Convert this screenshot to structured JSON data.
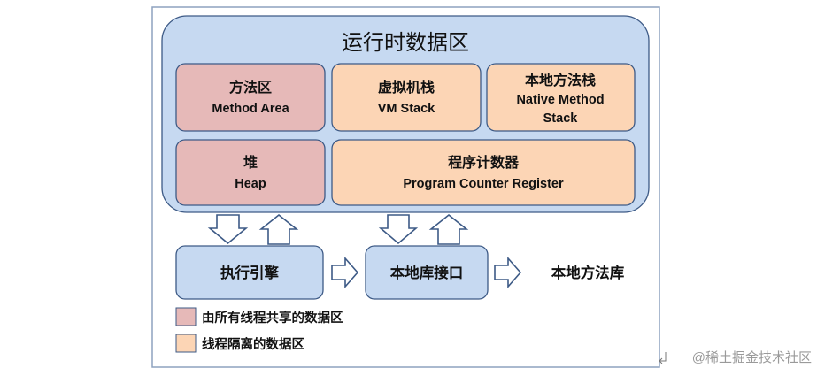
{
  "title": "运行时数据区",
  "areas": {
    "method_area": {
      "zh": "方法区",
      "en": "Method Area"
    },
    "vm_stack": {
      "zh": "虚拟机栈",
      "en": "VM Stack"
    },
    "native_method_stack": {
      "zh": "本地方法栈",
      "en_line1": "Native Method",
      "en_line2": "Stack"
    },
    "heap": {
      "zh": "堆",
      "en": "Heap"
    },
    "program_counter": {
      "zh": "程序计数器",
      "en": "Program Counter Register"
    }
  },
  "execution_engine": "执行引擎",
  "native_interface": "本地库接口",
  "native_library": "本地方法库",
  "legend": [
    {
      "label": "由所有线程共享的数据区",
      "color": "#e6b9b8"
    },
    {
      "label": "线程隔离的数据区",
      "color": "#fcd5b5"
    }
  ],
  "colors": {
    "shared": "#e6b9b8",
    "thread_private": "#fcd5b5",
    "runtime_area": "#c6d9f1",
    "component": "#c6d9f1",
    "border": "#3d5a86",
    "frame": "#8ea2bf",
    "watermark": "#9a9a9a"
  },
  "watermark": "@稀土掘金技术社区"
}
